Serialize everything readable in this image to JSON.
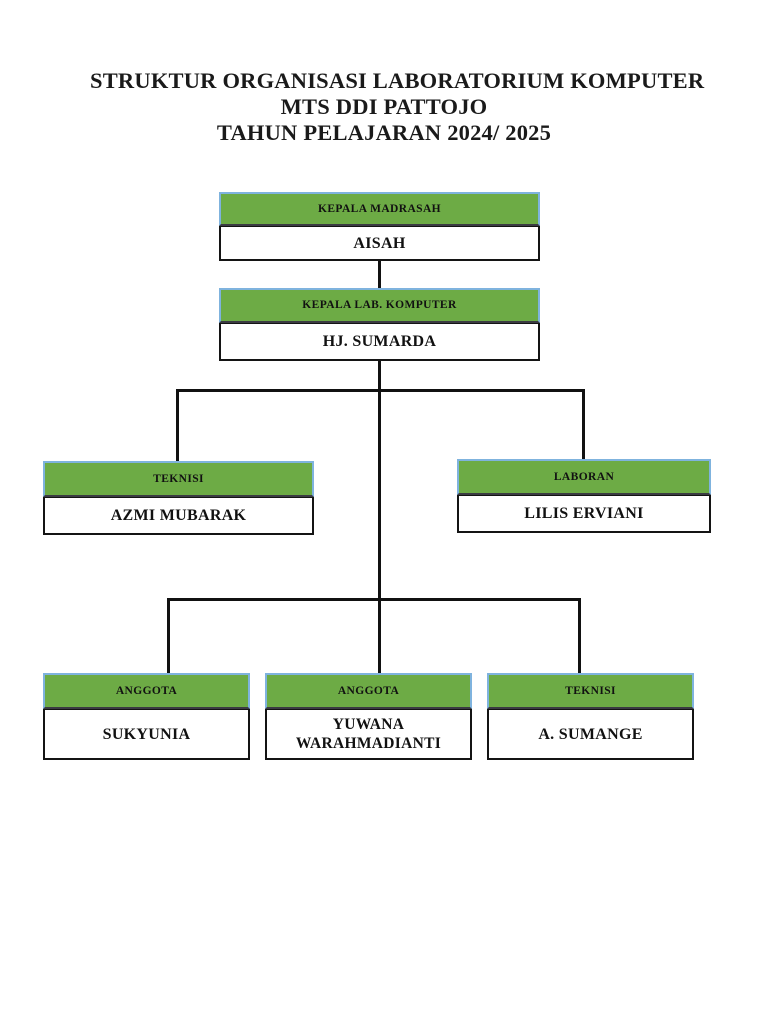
{
  "document": {
    "title_lines": [
      "STRUKTUR ORGANISASI LABORATORIUM KOMPUTER",
      "MTS DDI PATTOJO",
      "TAHUN PELAJARAN 2024/ 2025"
    ],
    "title_line_1": "STRUKTUR ORGANISASI LABORATORIUM KOMPUTER",
    "title_line_2": "MTS DDI PATTOJO",
    "title_line_3": "TAHUN PELAJARAN 2024/ 2025"
  },
  "colors": {
    "header_green": "#6DAB45",
    "header_edge_blue": "#7FB3DE",
    "box_border": "#141414",
    "line": "#111111",
    "text": "#111111",
    "background": "#FFFFFF"
  },
  "chart_data": {
    "type": "diagram",
    "subtype": "organization-chart",
    "title": "STRUKTUR ORGANISASI LABORATORIUM KOMPUTER MTS DDI PATTOJO TAHUN PELAJARAN 2024/ 2025",
    "levels": 4,
    "nodes": [
      {
        "id": "n1",
        "role": "KEPALA MADRASAH",
        "name": "AISAH",
        "level": 1,
        "parent": null
      },
      {
        "id": "n2",
        "role": "KEPALA LAB. KOMPUTER",
        "name": "HJ. SUMARDA",
        "level": 2,
        "parent": "n1"
      },
      {
        "id": "n3",
        "role": "TEKNISI",
        "name": "AZMI MUBARAK",
        "level": 3,
        "parent": "n2"
      },
      {
        "id": "n4",
        "role": "LABORAN",
        "name": "LILIS ERVIANI",
        "level": 3,
        "parent": "n2"
      },
      {
        "id": "n5",
        "role": "ANGGOTA",
        "name": "SUKYUNIA",
        "level": 4,
        "parent": "n2"
      },
      {
        "id": "n6",
        "role": "ANGGOTA",
        "name": "YUWANA WARAHMADIANTI",
        "level": 4,
        "parent": "n2"
      },
      {
        "id": "n7",
        "role": "TEKNISI",
        "name": "A. SUMANGE",
        "level": 4,
        "parent": "n2"
      }
    ],
    "edges": [
      {
        "from": "n1",
        "to": "n2"
      },
      {
        "from": "n2",
        "to": "n3"
      },
      {
        "from": "n2",
        "to": "n4"
      },
      {
        "from": "n2",
        "to": "n5"
      },
      {
        "from": "n2",
        "to": "n6"
      },
      {
        "from": "n2",
        "to": "n7"
      }
    ]
  }
}
